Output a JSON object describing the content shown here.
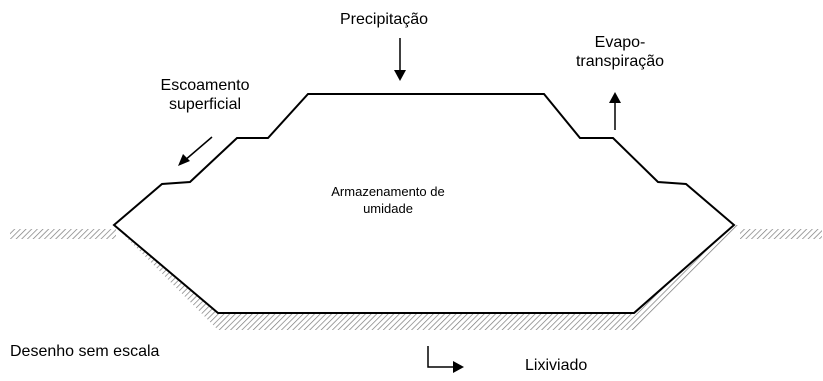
{
  "labels": {
    "precipitacao": "Precipitação",
    "evapo_line1": "Evapo-",
    "evapo_line2": "transpiração",
    "escoamento_line1": "Escoamento",
    "escoamento_line2": "superficial",
    "armazenamento_line1": "Armazenamento de",
    "armazenamento_line2": "umidade",
    "desenho": "Desenho sem escala",
    "lixiviado": "Lixiviado"
  },
  "colors": {
    "line": "#000000",
    "ground_hatch": "#7a7a7a",
    "background": "#ffffff"
  }
}
